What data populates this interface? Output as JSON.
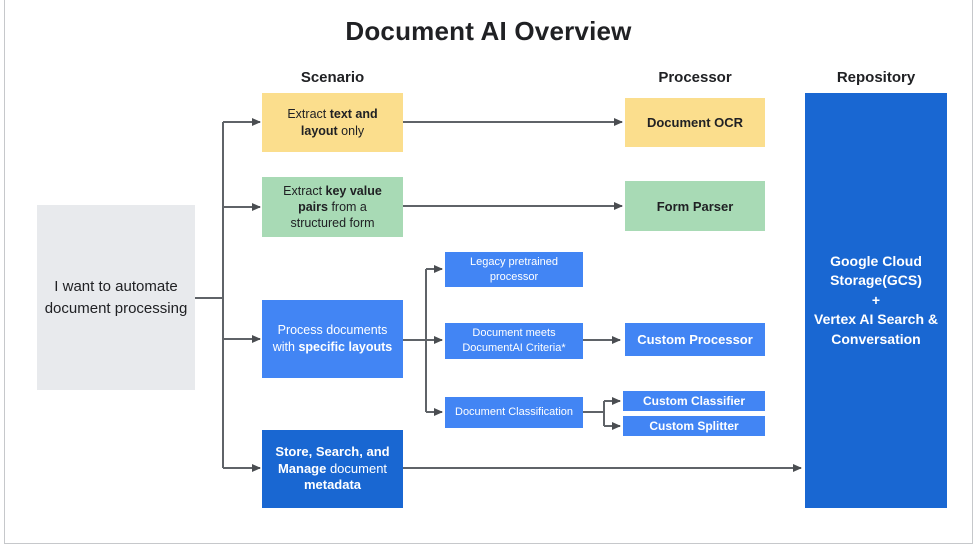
{
  "title": "Document AI Overview",
  "column_headers": {
    "scenario": "Scenario",
    "processor": "Processor",
    "repository": "Repository"
  },
  "start_node": {
    "label": "I want to automate document processing"
  },
  "scenario_nodes": {
    "extract_text_layout": {
      "pre": "Extract ",
      "bold": "text and layout",
      "post": " only"
    },
    "extract_key_value": {
      "pre": "Extract ",
      "bold": "key value pairs",
      "post": " from a structured form"
    },
    "specific_layouts": {
      "line1": "Process documents",
      "line2_pre": "with ",
      "line2_bold": "specific layouts"
    },
    "store_search_manage": {
      "bold1": "Store, Search, and Manage",
      "mid": " document ",
      "bold2": "metadata"
    }
  },
  "decision_nodes": {
    "legacy_pretrained": "Legacy pretrained processor",
    "criteria": "Document meets DocumentAI Criteria*",
    "classification": "Document Classification"
  },
  "processor_nodes": {
    "document_ocr": "Document OCR",
    "form_parser": "Form Parser",
    "custom_processor": "Custom Processor",
    "custom_classifier": "Custom Classifier",
    "custom_splitter": "Custom Splitter"
  },
  "repository_node": {
    "line1": "Google Cloud Storage(GCS)",
    "plus": "+",
    "line2": "Vertex AI Search & Conversation"
  },
  "colors": {
    "yellow": "#FBDE8D",
    "green": "#A8DAB5",
    "blue": "#4285F4",
    "dark_blue": "#1967D2",
    "gray_box": "#E8EAED",
    "arrow": "#5F6368",
    "text_dark": "#202124"
  }
}
